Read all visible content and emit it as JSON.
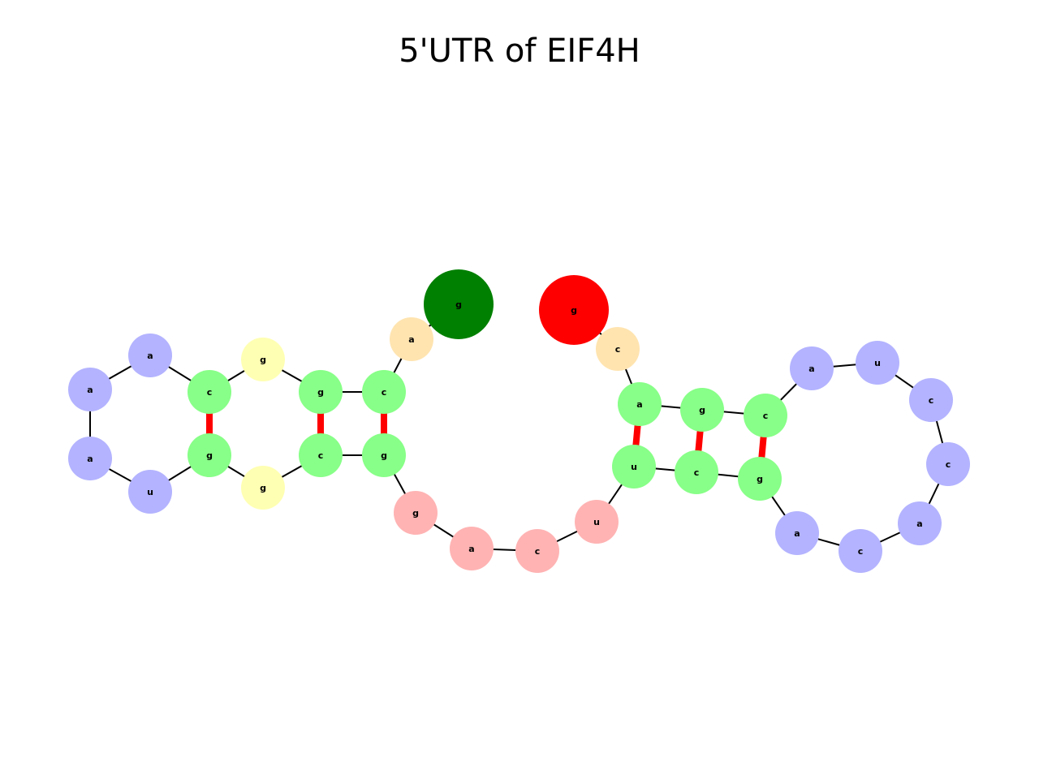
{
  "title": "5'UTR of EIF4H",
  "colors": {
    "start": "#008000",
    "end": "#ff0000",
    "unpaired_end": "#ffe4b0",
    "stem": "#88ff88",
    "hairpin_loop": "#b3b3ff",
    "interior_loop": "#ffffb3",
    "multiloop": "#ffb3b3",
    "backbone": "#000000",
    "pair": "#ff0000"
  },
  "nucleotides": [
    {
      "base": "g",
      "type": "start"
    },
    {
      "base": "a",
      "type": "unpaired_end"
    },
    {
      "base": "c",
      "type": "stem"
    },
    {
      "base": "g",
      "type": "stem"
    },
    {
      "base": "g",
      "type": "interior_loop"
    },
    {
      "base": "c",
      "type": "stem"
    },
    {
      "base": "a",
      "type": "hairpin_loop"
    },
    {
      "base": "a",
      "type": "hairpin_loop"
    },
    {
      "base": "a",
      "type": "hairpin_loop"
    },
    {
      "base": "u",
      "type": "hairpin_loop"
    },
    {
      "base": "g",
      "type": "stem"
    },
    {
      "base": "g",
      "type": "interior_loop"
    },
    {
      "base": "c",
      "type": "stem"
    },
    {
      "base": "g",
      "type": "stem"
    },
    {
      "base": "g",
      "type": "multiloop"
    },
    {
      "base": "a",
      "type": "multiloop"
    },
    {
      "base": "c",
      "type": "multiloop"
    },
    {
      "base": "u",
      "type": "multiloop"
    },
    {
      "base": "u",
      "type": "stem"
    },
    {
      "base": "c",
      "type": "stem"
    },
    {
      "base": "g",
      "type": "stem"
    },
    {
      "base": "a",
      "type": "hairpin_loop"
    },
    {
      "base": "c",
      "type": "hairpin_loop"
    },
    {
      "base": "a",
      "type": "hairpin_loop"
    },
    {
      "base": "c",
      "type": "hairpin_loop"
    },
    {
      "base": "c",
      "type": "hairpin_loop"
    },
    {
      "base": "u",
      "type": "hairpin_loop"
    },
    {
      "base": "a",
      "type": "hairpin_loop"
    },
    {
      "base": "c",
      "type": "stem"
    },
    {
      "base": "g",
      "type": "stem"
    },
    {
      "base": "a",
      "type": "stem"
    },
    {
      "base": "c",
      "type": "unpaired_end"
    },
    {
      "base": "g",
      "type": "end"
    }
  ],
  "pairs": [
    [
      2,
      13
    ],
    [
      3,
      12
    ],
    [
      5,
      10
    ],
    [
      18,
      30
    ],
    [
      19,
      29
    ],
    [
      20,
      28
    ]
  ]
}
